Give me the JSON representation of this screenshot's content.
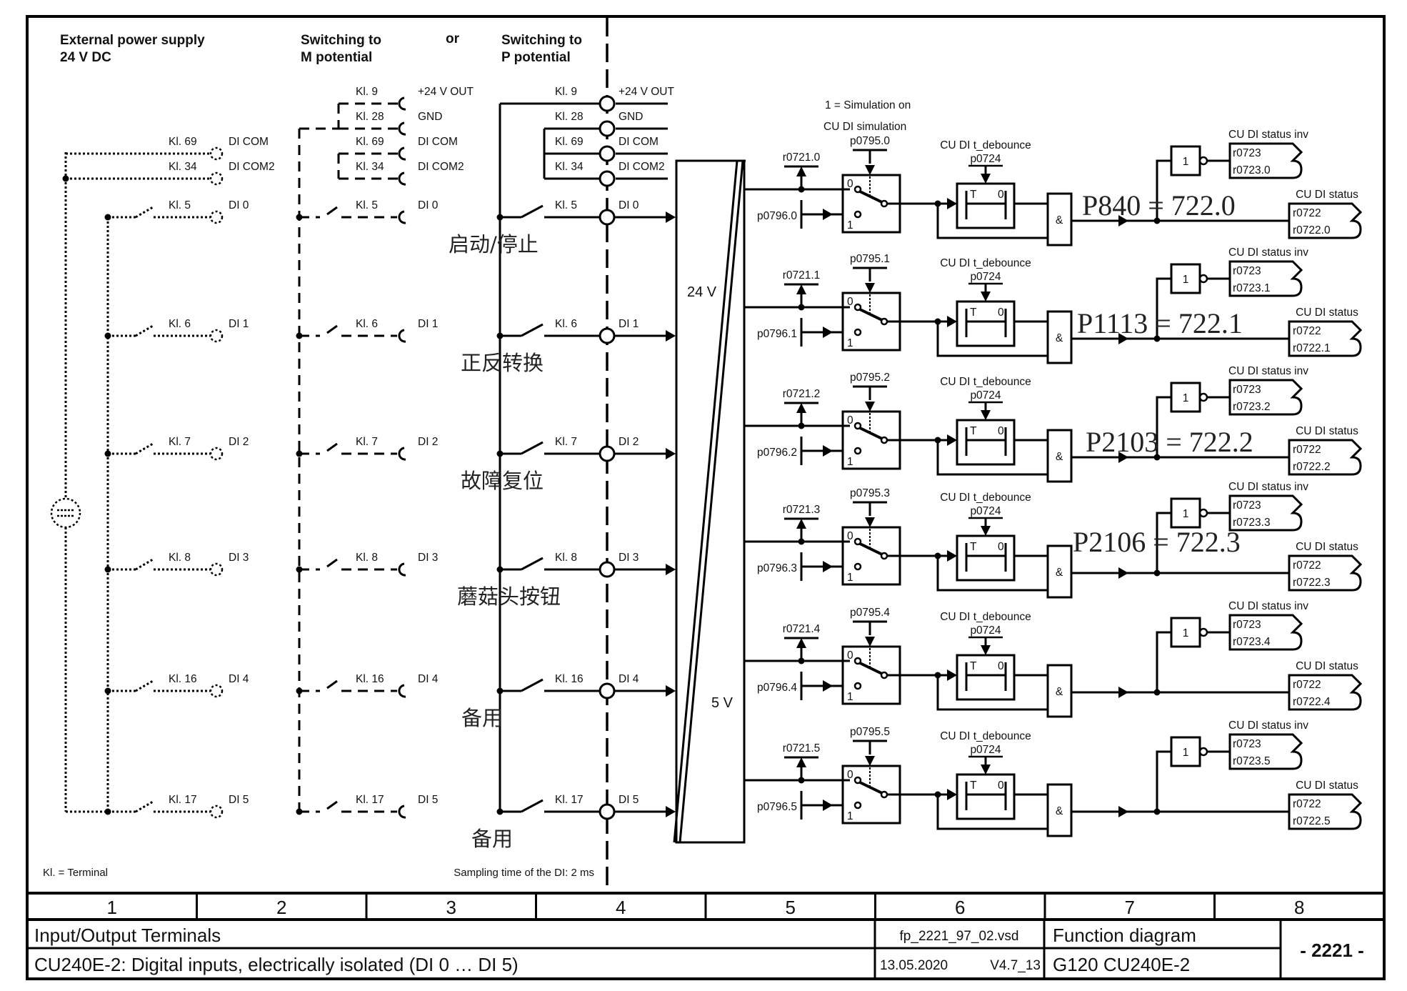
{
  "headings": {
    "external_supply": [
      "External power supply",
      "24 V DC"
    ],
    "switch_m": [
      "Switching to",
      "M potential"
    ],
    "or": "or",
    "switch_p": [
      "Switching to",
      "P potential"
    ]
  },
  "supply_terminals": [
    {
      "kl": "Kl. 9",
      "name": "+24 V OUT"
    },
    {
      "kl": "Kl. 28",
      "name": "GND"
    },
    {
      "kl": "Kl. 69",
      "name": "DI COM"
    },
    {
      "kl": "Kl. 34",
      "name": "DI COM2"
    }
  ],
  "inputs": [
    {
      "kl": "Kl. 5",
      "name": "DI 0",
      "note_cn": "启动/停止",
      "r0721": "r0721.0",
      "p0795": "p0795.0",
      "p0796": "p0796.0",
      "inv_bit": "r0723.0",
      "status_bit": "r0722.0",
      "mapping": "P840 = 722.0"
    },
    {
      "kl": "Kl. 6",
      "name": "DI 1",
      "note_cn": "正反转换",
      "r0721": "r0721.1",
      "p0795": "p0795.1",
      "p0796": "p0796.1",
      "inv_bit": "r0723.1",
      "status_bit": "r0722.1",
      "mapping": "P1113 = 722.1"
    },
    {
      "kl": "Kl. 7",
      "name": "DI 2",
      "note_cn": "故障复位",
      "r0721": "r0721.2",
      "p0795": "p0795.2",
      "p0796": "p0796.2",
      "inv_bit": "r0723.2",
      "status_bit": "r0722.2",
      "mapping": "P2103 = 722.2"
    },
    {
      "kl": "Kl. 8",
      "name": "DI 3",
      "note_cn": "蘑菇头按钮",
      "r0721": "r0721.3",
      "p0795": "p0795.3",
      "p0796": "p0796.3",
      "inv_bit": "r0723.3",
      "status_bit": "r0722.3",
      "mapping": "P2106 = 722.3"
    },
    {
      "kl": "Kl. 16",
      "name": "DI 4",
      "note_cn": "备用",
      "r0721": "r0721.4",
      "p0795": "p0795.4",
      "p0796": "p0796.4",
      "inv_bit": "r0723.4",
      "status_bit": "r0722.4",
      "mapping": ""
    },
    {
      "kl": "Kl. 17",
      "name": "DI 5",
      "note_cn": "备用",
      "r0721": "r0721.5",
      "p0795": "p0795.5",
      "p0796": "p0796.5",
      "inv_bit": "r0723.5",
      "status_bit": "r0722.5",
      "mapping": ""
    }
  ],
  "level_box": {
    "high": "24 V",
    "low": "5 V"
  },
  "labels": {
    "simulation_on": "1 = Simulation on",
    "simulation": "CU DI simulation",
    "debounce": "CU DI t_debounce",
    "debounce_param": "p0724",
    "status_inv": "CU DI status inv",
    "status_inv_param": "r0723",
    "status": "CU DI status",
    "status_param": "r0722",
    "and_gate": "&",
    "not_gate": "1",
    "timer_t": "T",
    "timer_0": "0",
    "sw_0": "0",
    "sw_1": "1"
  },
  "notes": {
    "terminal_legend": "Kl. = Terminal",
    "sampling": "Sampling time of the DI: 2 ms"
  },
  "title_block": {
    "columns": [
      "1",
      "2",
      "3",
      "4",
      "5",
      "6",
      "7",
      "8"
    ],
    "category": "Input/Output Terminals",
    "description": "CU240E-2: Digital inputs, electrically isolated (DI 0 … DI 5)",
    "file": "fp_2221_97_02.vsd",
    "date": "13.05.2020",
    "version": "V4.7_13",
    "doc_type": "Function diagram",
    "device": "G120 CU240E-2",
    "page": "- 2221 -"
  }
}
